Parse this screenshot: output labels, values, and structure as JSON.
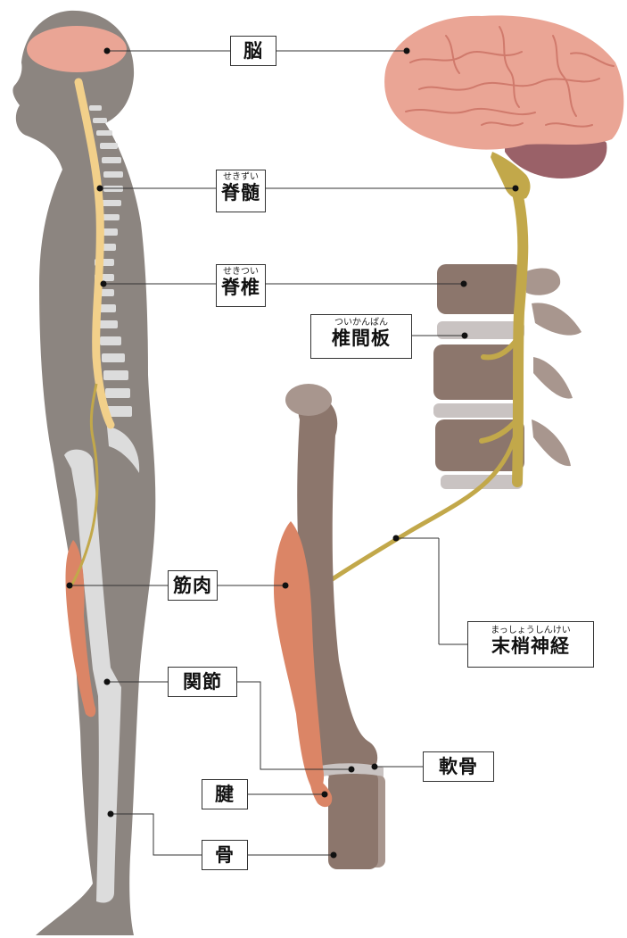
{
  "labels": {
    "brain": {
      "text": "脳"
    },
    "spinal_cord": {
      "text": "脊髄",
      "ruby": "せきずい"
    },
    "vertebra": {
      "text": "脊椎",
      "ruby": "せきつい"
    },
    "intervertebral_disc": {
      "text": "椎間板",
      "ruby": "ついかんばん"
    },
    "muscle": {
      "text": "筋肉"
    },
    "peripheral_nerve": {
      "text": "末梢神経",
      "ruby": "まっしょうしんけい"
    },
    "joint": {
      "text": "関節"
    },
    "cartilage": {
      "text": "軟骨"
    },
    "tendon": {
      "text": "腱"
    },
    "bone": {
      "text": "骨"
    }
  },
  "colors": {
    "body": "#8c8580",
    "bone": "#dcdcdc",
    "brain": "#eaa595",
    "cerebellum": "#9a6168",
    "spinal_cord": "#f2d08a",
    "nerve": "#c2a84a",
    "muscle": "#db8566",
    "vertebra": "#8c766c",
    "disc": "#c9c3c2",
    "leader_line": "#333333"
  }
}
